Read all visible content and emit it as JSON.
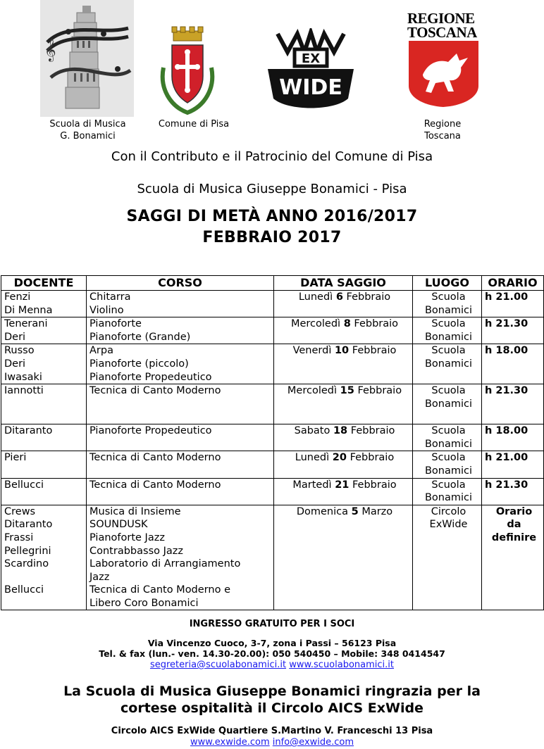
{
  "logos": {
    "bonamici_caption": "Scuola di Musica\nG. Bonamici",
    "comune_caption": "Comune di Pisa",
    "exwide_text": "WIDE",
    "exwide_ex": "EX",
    "regione_logo_text": "REGIONE\nTOSCANA",
    "regione_caption": "Regione\nToscana"
  },
  "intro": {
    "contributo": "Con il Contributo e il Patrocinio del Comune di Pisa",
    "scuola": "Scuola di Musica Giuseppe Bonamici - Pisa",
    "title1": "SAGGI DI METÀ ANNO 2016/2017",
    "title2": "FEBBRAIO 2017"
  },
  "table": {
    "headers": [
      "DOCENTE",
      "CORSO",
      "DATA SAGGIO",
      "LUOGO",
      "ORARIO"
    ],
    "rows": [
      {
        "docente": "Fenzi\nDi Menna",
        "corso": "Chitarra\nViolino",
        "day": "Lunedì",
        "num": "6",
        "month": "Febbraio",
        "luogo": "Scuola\nBonamici",
        "orario": "h 21.00"
      },
      {
        "docente": "Tenerani\nDeri",
        "corso": "Pianoforte\nPianoforte (Grande)",
        "day": "Mercoledì",
        "num": "8",
        "month": "Febbraio",
        "luogo": "Scuola\nBonamici",
        "orario": "h 21.30"
      },
      {
        "docente": "Russo\nDeri\nIwasaki",
        "corso": "Arpa\nPianoforte (piccolo)\nPianoforte Propedeutico",
        "day": "Venerdì",
        "num": "10",
        "month": "Febbraio",
        "luogo": "Scuola\nBonamici",
        "orario": "h 18.00"
      },
      {
        "docente": "Iannotti",
        "corso": "Tecnica di Canto Moderno",
        "day": "Mercoledì",
        "num": "15",
        "month": "Febbraio",
        "luogo": "Scuola\nBonamici",
        "orario": "h 21.30"
      },
      {
        "docente": "Ditaranto",
        "corso": "Pianoforte Propedeutico",
        "day": "Sabato",
        "num": "18",
        "month": "Febbraio",
        "luogo": "Scuola\nBonamici",
        "orario": "h 18.00"
      },
      {
        "docente": "Pieri",
        "corso": "Tecnica di Canto Moderno",
        "day": "Lunedì",
        "num": "20",
        "month": "Febbraio",
        "luogo": "Scuola\nBonamici",
        "orario": "h 21.00"
      },
      {
        "docente": "Bellucci",
        "corso": "Tecnica di Canto Moderno",
        "day": "Martedì",
        "num": "21",
        "month": "Febbraio",
        "luogo": "Scuola\nBonamici",
        "orario": "h 21.30"
      },
      {
        "docente": "Crews\nDitaranto\nFrassi\nPellegrini\nScardino\n\nBellucci",
        "corso": "Musica di Insieme\nSOUNDUSK\nPianoforte Jazz\nContrabbasso Jazz\nLaboratorio di Arrangiamento\nJazz\nTecnica di Canto Moderno e\nLibero Coro Bonamici",
        "day": "Domenica",
        "num": "5",
        "month": "Marzo",
        "luogo": "Circolo\nExWide",
        "orario": "Orario\nda\ndefinire"
      }
    ]
  },
  "footer": {
    "ingresso": "INGRESSO GRATUITO PER I SOCI",
    "address": "Via Vincenzo Cuoco, 3-7, zona i Passi – 56123 Pisa",
    "tel": "Tel. & fax (lun.- ven. 14.30-20.00): 050 540450 – Mobile: 348 0414547",
    "email": "segreteria@scuolabonamici.it",
    "site": "www.scuolabonamici.it",
    "thanks1": "La Scuola di Musica Giuseppe Bonamici ringrazia per la",
    "thanks2": "cortese ospitalità il Circolo AICS ExWide",
    "circolo": "Circolo AICS ExWide Quartiere S.Martino V. Franceschi 13 Pisa",
    "web2": "www.exwide.com",
    "email2": "info@exwide.com"
  },
  "colors": {
    "regione_red": "#d92622",
    "comune_red": "#d0202a",
    "crown_gold": "#c9a227",
    "link_blue": "#1a1aee"
  }
}
